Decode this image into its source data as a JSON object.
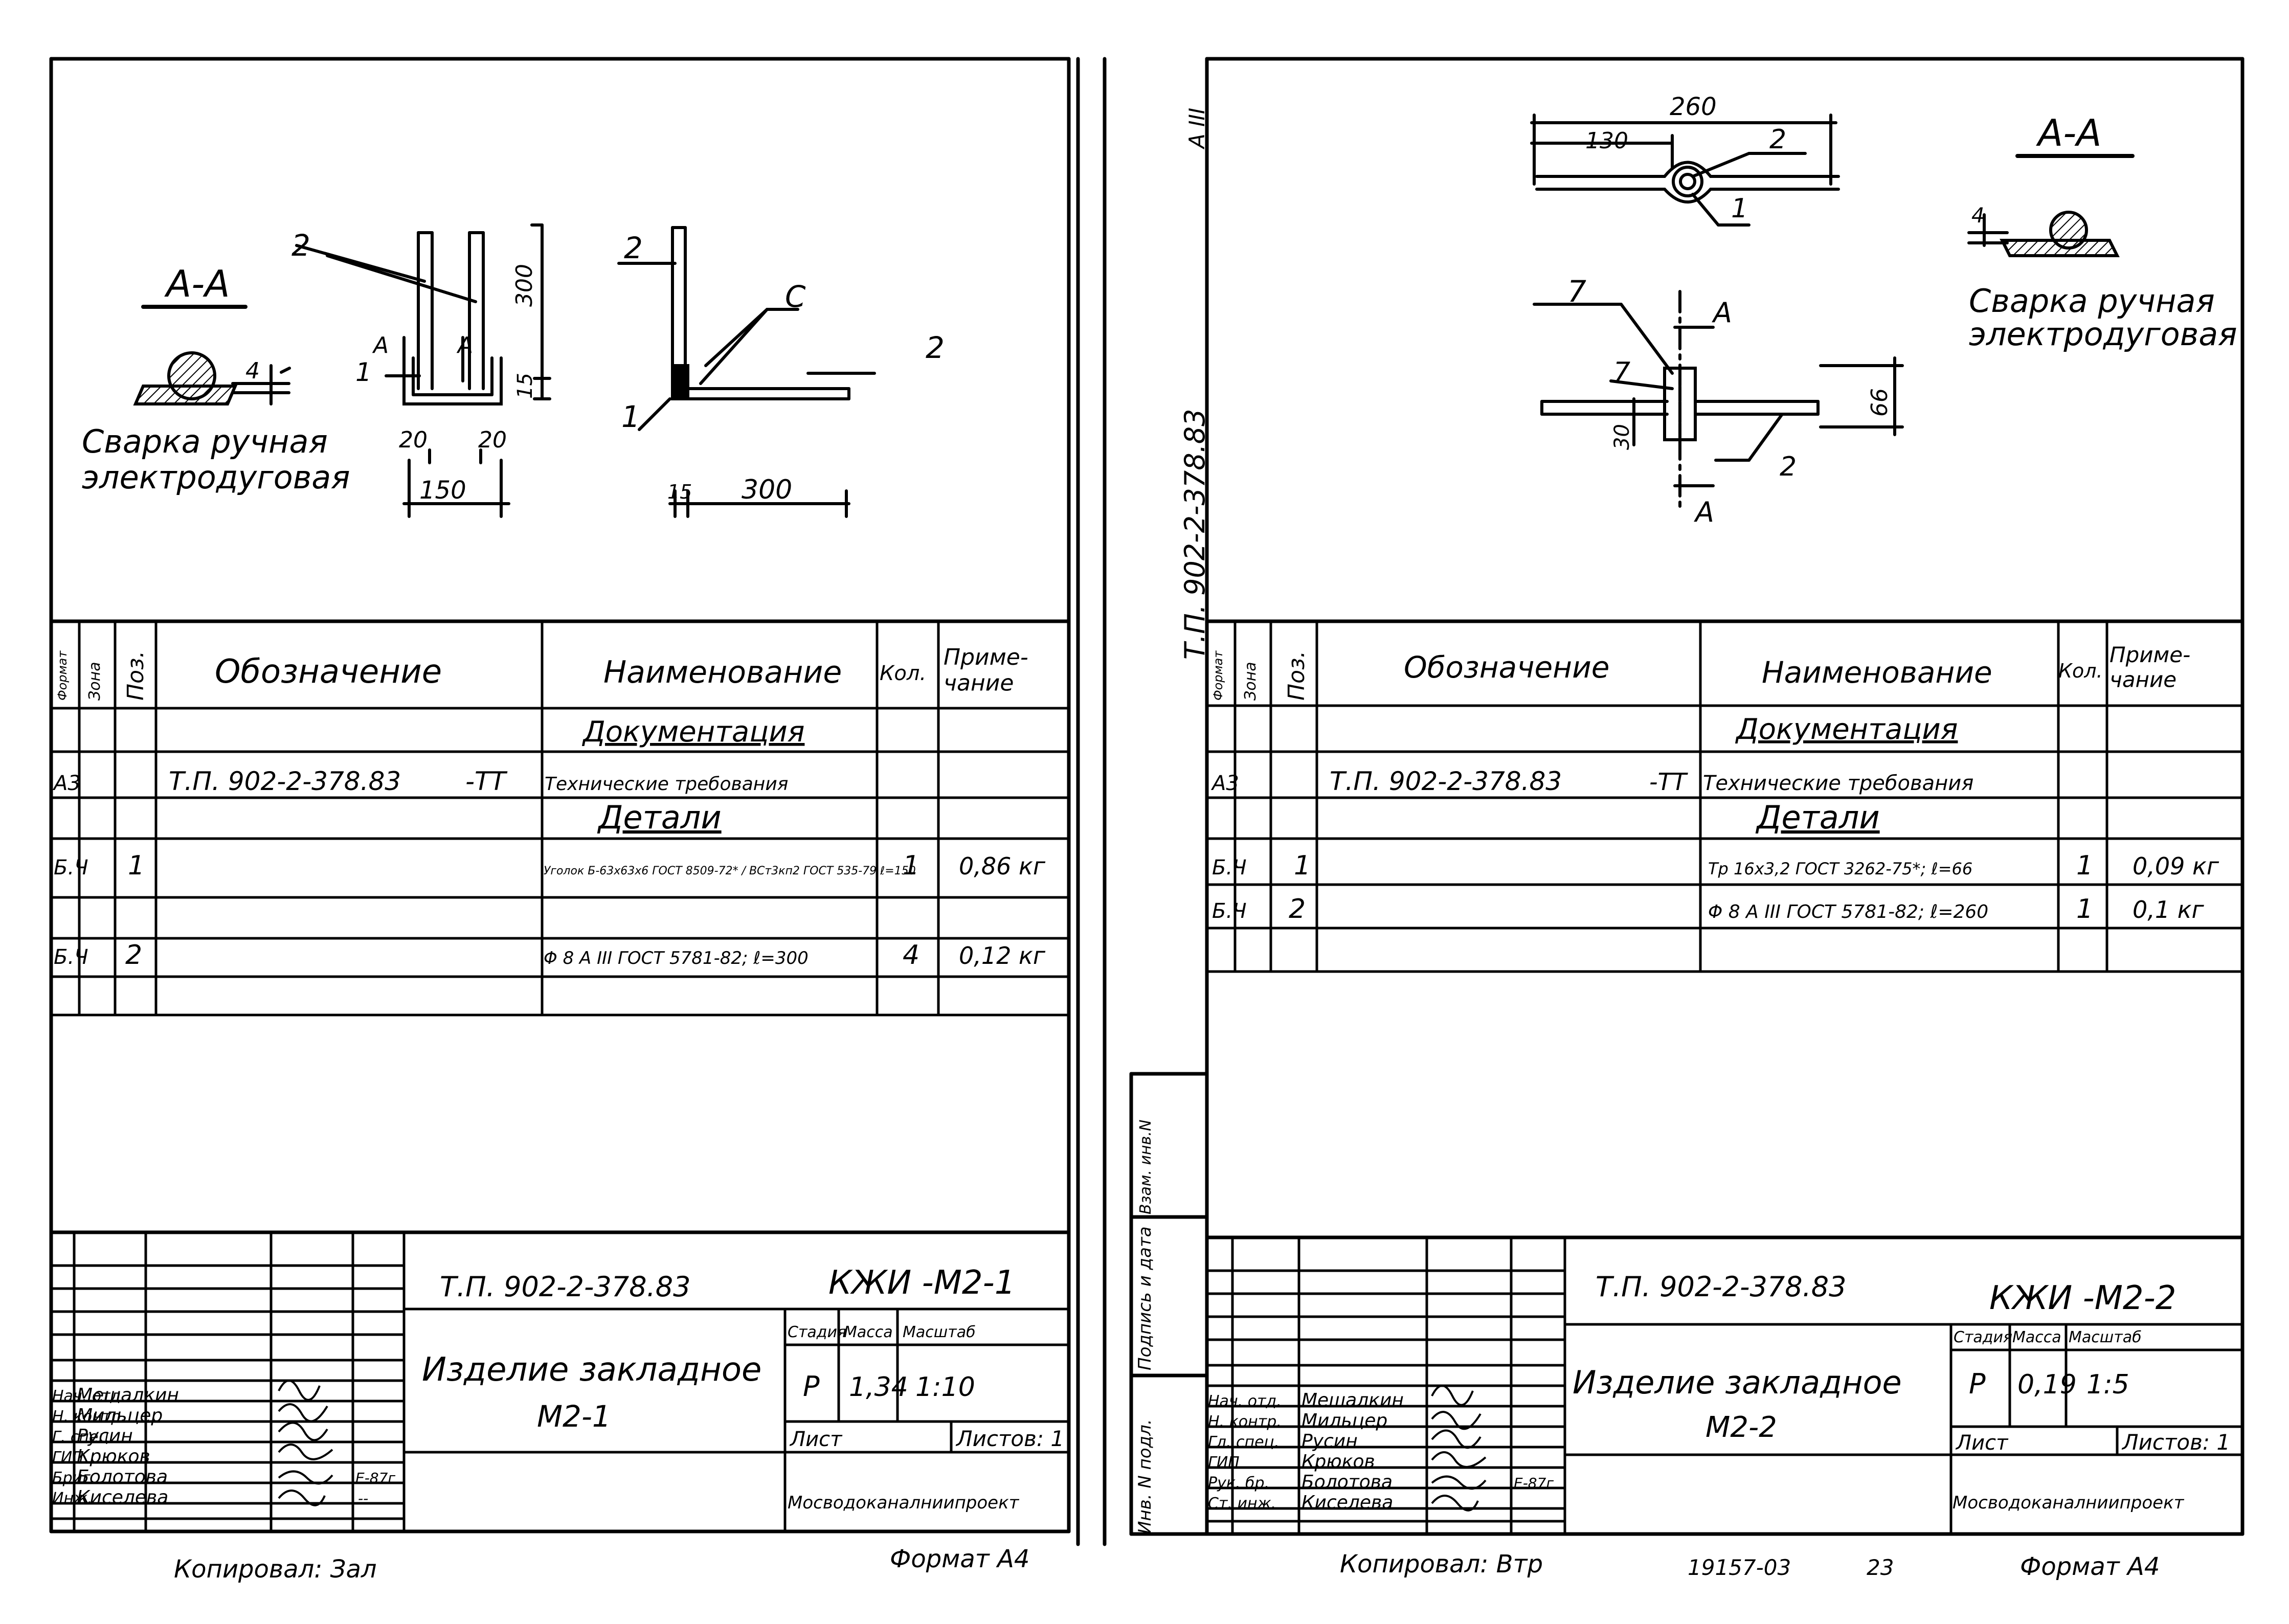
{
  "left": {
    "section": {
      "label": "А-А",
      "weld_top": "4",
      "weld_caption": [
        "Сварка ручная",
        "электродуговая"
      ]
    },
    "view": {
      "pos2": "2",
      "pos1": "1",
      "cut_a1": "А",
      "cut_a2": "А",
      "h300": "300",
      "h15": "15",
      "w20a": "20",
      "w20b": "20",
      "w150": "150"
    },
    "side": {
      "pos2a": "2",
      "pos2b": "2",
      "pos1": "1",
      "weld": "С",
      "w15": "15",
      "w300": "300"
    },
    "table": {
      "headers": {
        "format": "Формат",
        "zone": "Зона",
        "pos": "Поз.",
        "designation": "Обозначение",
        "name": "Наименование",
        "qty": "Кол.",
        "note": "Приме-\nчание"
      },
      "rows": [
        {
          "format": "",
          "pos": "",
          "designation": "",
          "suffix": "",
          "name": "Документация",
          "qty": "",
          "note": ""
        },
        {
          "format": "А3",
          "pos": "",
          "designation": "Т.П. 902-2-378.83",
          "suffix": "-ТТ",
          "name": "Технические требования",
          "qty": "",
          "note": ""
        },
        {
          "format": "",
          "pos": "",
          "designation": "",
          "suffix": "",
          "name": "Детали",
          "qty": "",
          "note": ""
        },
        {
          "format": "Б.Ч",
          "pos": "1",
          "designation": "",
          "suffix": "",
          "name": "Уголок Б-63x63x6 ГОСТ 8509-72* / ВСт3кп2 ГОСТ 535-79 ℓ=150",
          "qty": "1",
          "note": "0,86 кг"
        },
        {
          "format": "",
          "pos": "",
          "designation": "",
          "suffix": "",
          "name": "",
          "qty": "",
          "note": ""
        },
        {
          "format": "Б.Ч",
          "pos": "2",
          "designation": "",
          "suffix": "",
          "name": "Φ 8 А III ГОСТ 5781-82; ℓ=300",
          "qty": "4",
          "note": "0,12 кг"
        }
      ]
    },
    "title_block": {
      "doc": "Т.П. 902-2-378.83",
      "code": "КЖИ -М2-1",
      "item": [
        "Изделие закладное",
        "М2-1"
      ],
      "stage_label": "Стадия",
      "mass_label": "Масса",
      "scale_label": "Масштаб",
      "stage": "Р",
      "mass": "1,34",
      "scale": "1:10",
      "sheet_label": "Лист",
      "sheets_label": "Листов: 1",
      "org": "Мосводоканалниипроект",
      "roles": [
        {
          "role": "Нач. отд.",
          "name": "Мешалкин",
          "date": ""
        },
        {
          "role": "Н. контр.",
          "name": "Мильцер",
          "date": ""
        },
        {
          "role": "Г. спец.",
          "name": "Русин",
          "date": ""
        },
        {
          "role": "ГИП",
          "name": "Крюков",
          "date": ""
        },
        {
          "role": "Бриг.",
          "name": "Болотова",
          "date": "Е-87г"
        },
        {
          "role": "Инж.",
          "name": "Киселева",
          "date": "--"
        }
      ]
    },
    "copied": "Копировал: Зал",
    "format": "Формат А4"
  },
  "spine": {
    "tag": "А III",
    "doc": "Т.П. 902-2-378.83",
    "stamp1": "Инв. N подл.",
    "stamp2": "Подпись и дата",
    "stamp3": "Взам. инв.N"
  },
  "right": {
    "top": {
      "d260": "260",
      "d130": "130",
      "pos2": "2",
      "pos1": "1"
    },
    "section": {
      "label": "А-А",
      "weld_top": "4",
      "weld_caption": [
        "Сварка ручная",
        "электродуговая"
      ]
    },
    "view": {
      "mark1": "7",
      "mark2": "7",
      "cut_a1": "А",
      "cut_a2": "А",
      "h30": "30",
      "h66": "66",
      "pos2": "2"
    },
    "table": {
      "headers": {
        "format": "Формат",
        "zone": "Зона",
        "pos": "Поз.",
        "designation": "Обозначение",
        "name": "Наименование",
        "qty": "Кол.",
        "note": "Приме-\nчание"
      },
      "rows": [
        {
          "format": "",
          "pos": "",
          "designation": "",
          "suffix": "",
          "name": "Документация",
          "qty": "",
          "note": ""
        },
        {
          "format": "А3",
          "pos": "",
          "designation": "Т.П. 902-2-378.83",
          "suffix": "-ТТ",
          "name": "Технические требования",
          "qty": "",
          "note": ""
        },
        {
          "format": "",
          "pos": "",
          "designation": "",
          "suffix": "",
          "name": "Детали",
          "qty": "",
          "note": ""
        },
        {
          "format": "Б.Ч",
          "pos": "1",
          "designation": "",
          "suffix": "",
          "name": "Тр 16x3,2 ГОСТ 3262-75*; ℓ=66",
          "qty": "1",
          "note": "0,09 кг"
        },
        {
          "format": "Б.Ч",
          "pos": "2",
          "designation": "",
          "suffix": "",
          "name": "Φ 8 А III ГОСТ 5781-82; ℓ=260",
          "qty": "1",
          "note": "0,1 кг"
        }
      ]
    },
    "title_block": {
      "doc": "Т.П. 902-2-378.83",
      "code": "КЖИ -М2-2",
      "item": [
        "Изделие закладное",
        "М2-2"
      ],
      "stage_label": "Стадия",
      "mass_label": "Масса",
      "scale_label": "Масштаб",
      "stage": "Р",
      "mass": "0,19",
      "scale": "1:5",
      "sheet_label": "Лист",
      "sheets_label": "Листов: 1",
      "org": "Мосводоканалниипроект",
      "roles": [
        {
          "role": "Нач. отд.",
          "name": "Мешалкин",
          "date": ""
        },
        {
          "role": "Н. контр.",
          "name": "Мильцер",
          "date": ""
        },
        {
          "role": "Гл. спец.",
          "name": "Русин",
          "date": ""
        },
        {
          "role": "ГИП",
          "name": "Крюков",
          "date": ""
        },
        {
          "role": "Рук. бр.",
          "name": "Болотова",
          "date": "Е-87г"
        },
        {
          "role": "Ст. инж.",
          "name": "Киселева",
          "date": ""
        }
      ]
    },
    "copied": "Копировал: Втр",
    "order": "19157-03",
    "page": "23",
    "format": "Формат А4"
  }
}
